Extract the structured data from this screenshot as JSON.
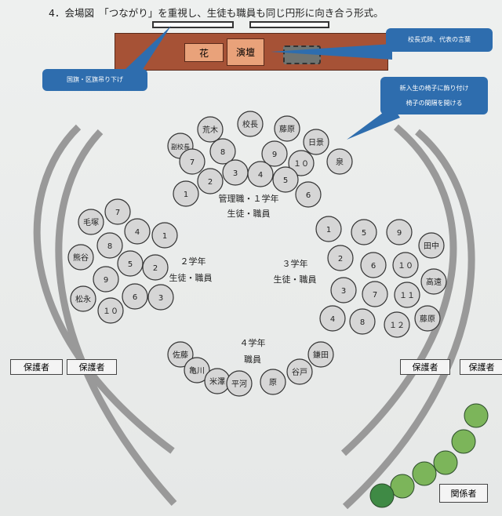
{
  "title": "4．会場図　「つながり」を重視し、生徒も職員も同じ円形に向き合う形式。",
  "stage": {
    "flower": "花",
    "podium": "演壇"
  },
  "callouts": {
    "flags": "国旗・区旗吊り下げ",
    "speech": "校長式辞、代表の言葉",
    "chairs_line1": "新入生の椅子に飾り付け",
    "chairs_line2": "椅子の間隔を開ける"
  },
  "groups": {
    "g1": {
      "label1": "管理職・１学年",
      "label2": "生徒・職員",
      "seats": [
        "荒木",
        "校長",
        "藤原",
        "日景",
        "泉",
        "副校長",
        "8",
        "9",
        "１０",
        "7",
        "3",
        "4",
        "5",
        "2",
        "6",
        "1"
      ]
    },
    "g2": {
      "label1": "２学年",
      "label2": "生徒・職員",
      "seats": [
        "7",
        "毛塚",
        "4",
        "1",
        "8",
        "熊谷",
        "5",
        "2",
        "9",
        "6",
        "3",
        "松永",
        "１０"
      ]
    },
    "g3": {
      "label1": "３学年",
      "label2": "生徒・職員",
      "seats": [
        "1",
        "5",
        "9",
        "田中",
        "2",
        "6",
        "１０",
        "高遠",
        "3",
        "7",
        "１１",
        "藤原",
        "4",
        "8",
        "１２"
      ]
    },
    "g4": {
      "label1": "４学年",
      "label2": "職員",
      "seats": [
        "佐藤",
        "亀川",
        "米澤",
        "平河",
        "原",
        "谷戸",
        "鎌田"
      ]
    }
  },
  "guardians": [
    "保護者",
    "保護者",
    "保護者",
    "保護者"
  ],
  "staff": "関係者",
  "colors": {
    "stage": "#a65236",
    "callout": "#2e6dae",
    "seat": "#d6d6d6",
    "green": "#7cb55a"
  }
}
